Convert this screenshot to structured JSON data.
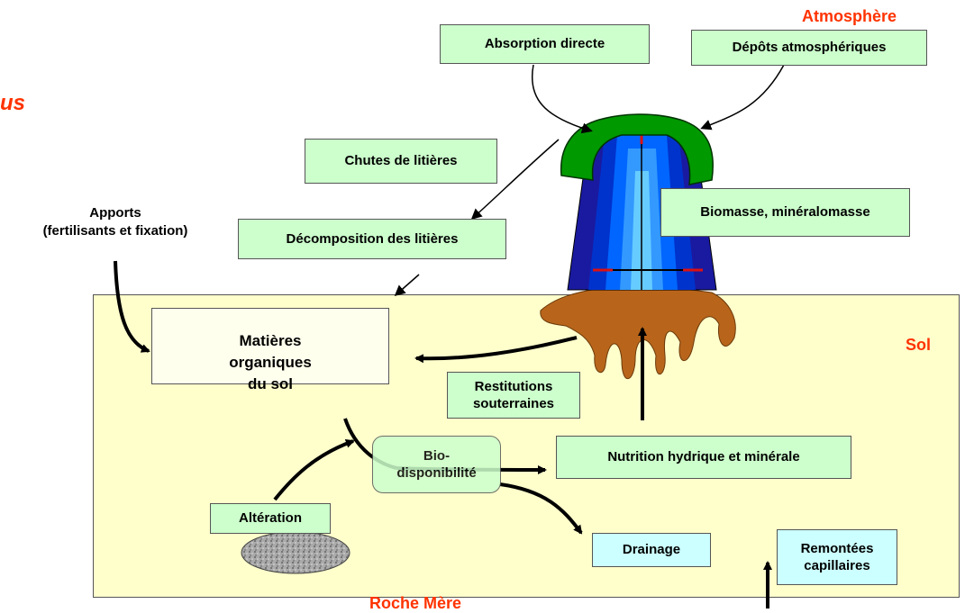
{
  "labels": {
    "atmosphere": "Atmosphère",
    "partial_title": "us",
    "sol": "Sol",
    "roche_mere": "Roche Mère",
    "absorption": "Absorption directe",
    "depots": "Dépôts atmosphériques",
    "chutes": "Chutes de litières",
    "apports_line1": "Apports",
    "apports_line2": "(fertilisants et fixation)",
    "decomposition": "Décomposition des litières",
    "biomasse": "Biomasse, minéralomasse",
    "matieres_line1": "Matières",
    "matieres_line2": "organiques",
    "matieres_line3": "du sol",
    "restitutions_line1": "Restitutions",
    "restitutions_line2": "souterraines",
    "bio_line1": "Bio-",
    "bio_line2": "disponibilité",
    "nutrition": "Nutrition hydrique et minérale",
    "alteration": "Altération",
    "drainage": "Drainage",
    "remontees_line1": "Remontées",
    "remontees_line2": "capillaires"
  },
  "colors": {
    "accent_red": "#ff3300",
    "box_green": "#ccffcc",
    "box_cyan": "#ccffff",
    "soil": "#ffffcc",
    "canopy": "#009900",
    "trunk_dark": "#00008b",
    "roots": "#b8651b"
  }
}
